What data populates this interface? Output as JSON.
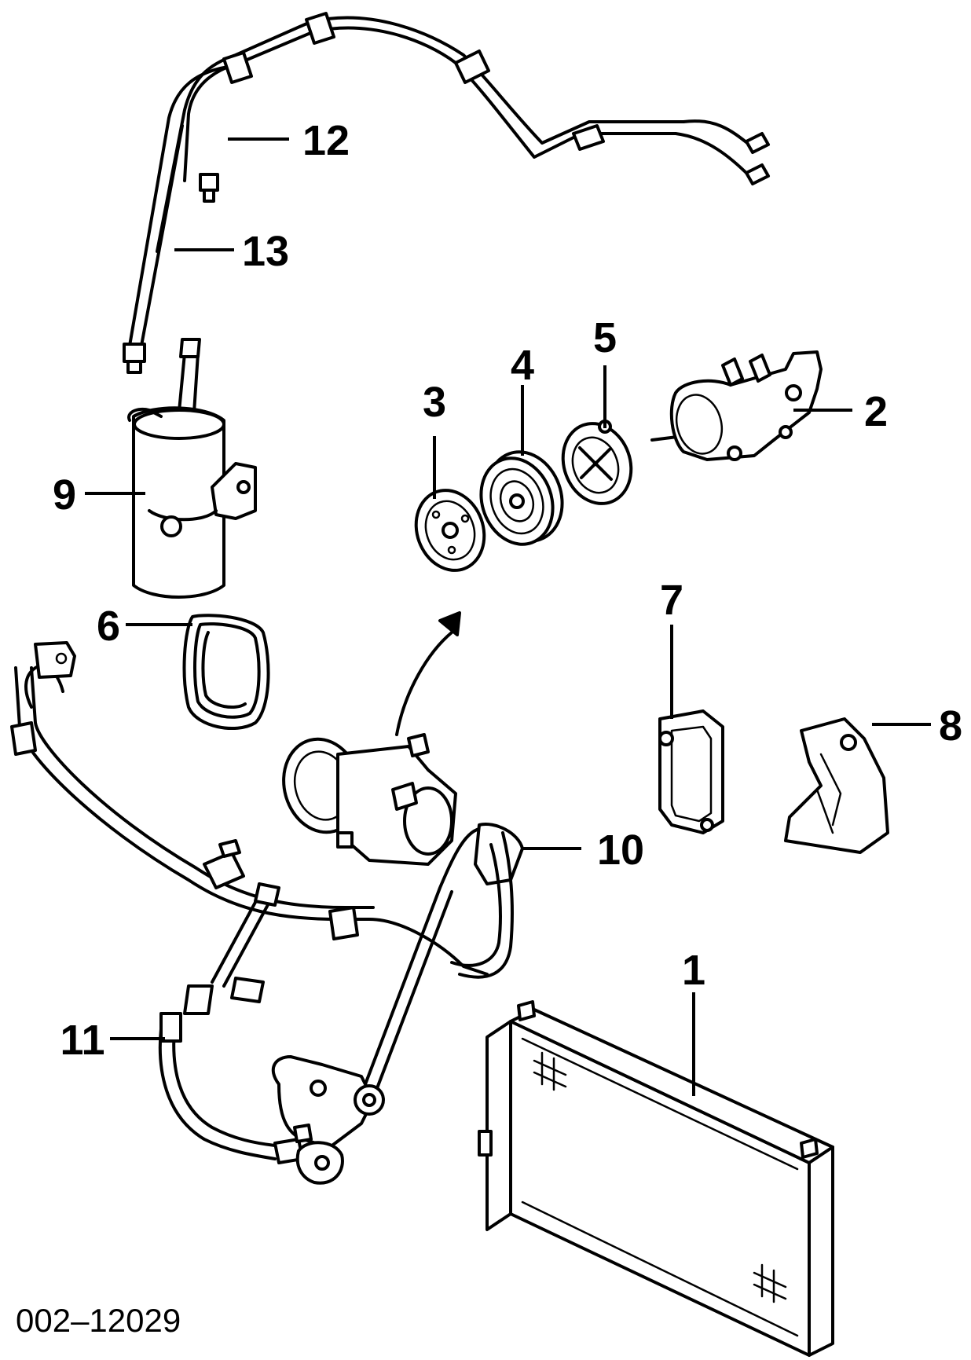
{
  "diagram": {
    "reference_code": "002‒12029",
    "callouts": [
      "1",
      "2",
      "3",
      "4",
      "5",
      "6",
      "7",
      "8",
      "9",
      "10",
      "11",
      "12",
      "13"
    ]
  }
}
